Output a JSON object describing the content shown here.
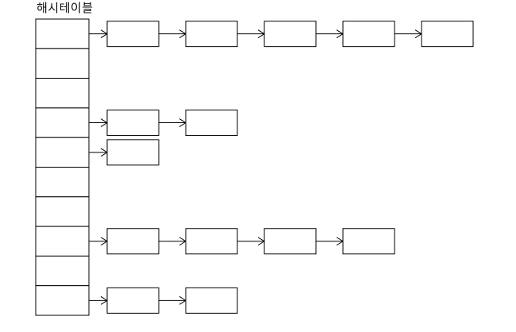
{
  "diagram": {
    "title": "해시테이블",
    "bucket_count": 10,
    "chains": [
      {
        "bucket": 0,
        "nodes": 5
      },
      {
        "bucket": 3,
        "nodes": 2
      },
      {
        "bucket": 4,
        "nodes": 1
      },
      {
        "bucket": 7,
        "nodes": 4
      },
      {
        "bucket": 9,
        "nodes": 2
      }
    ]
  }
}
